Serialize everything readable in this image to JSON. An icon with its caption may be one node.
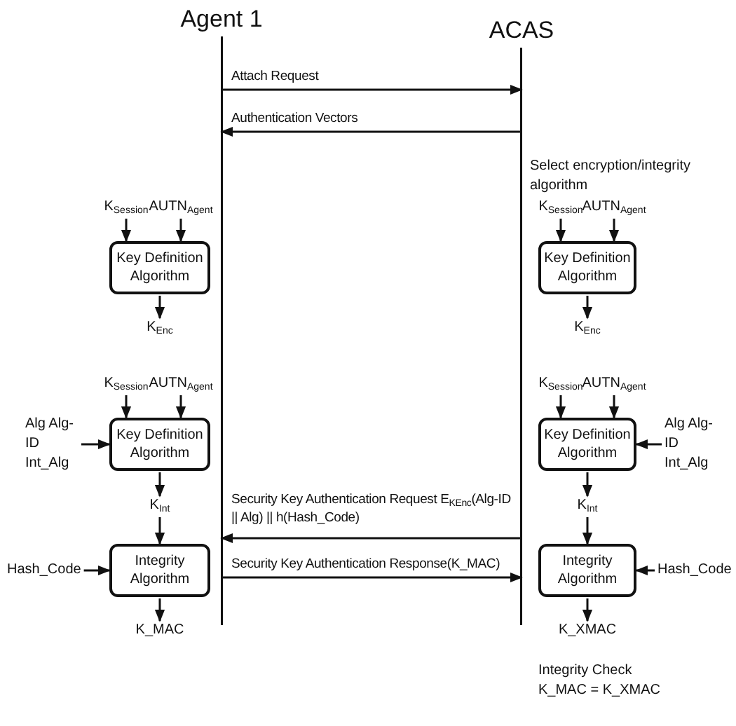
{
  "diagram": {
    "nodes": [
      {
        "text": [
          "Agent 1"
        ]
      },
      {
        "text": [
          "ACAS"
        ]
      },
      {
        "text": [
          "K$_{Session}$"
        ]
      },
      {
        "text": [
          "AUTN$_{Agent}$"
        ]
      },
      {
        "text": [
          "Key Definition Algorithm"
        ]
      },
      {
        "text": [
          "K$_{Enc}$"
        ]
      },
      {
        "text": [
          "K$_{Session}$"
        ]
      },
      {
        "text": [
          "AUTN$_{Agent}$"
        ]
      },
      {
        "text": [
          "Key Definition Algorithm"
        ]
      },
      {
        "text": [
          "K$_{Enc}$"
        ]
      },
      {
        "text": [
          "K$_{Session}$"
        ]
      },
      {
        "text": [
          "AUTN$_{Agent}$"
        ]
      },
      {
        "text": [
          "Alg Alg-ID Int_Alg"
        ]
      },
      {
        "text": [
          "Key Definition Algorithm"
        ]
      },
      {
        "text": [
          "K$_{Int}$"
        ]
      },
      {
        "text": [
          "Hash_Code"
        ]
      },
      {
        "text": [
          "Integrity Algorithm"
        ]
      },
      {
        "text": [
          "K_MAC"
        ]
      },
      {
        "text": [
          "K$_{Session}$"
        ]
      },
      {
        "text": [
          "AUTN$_{Agent}$"
        ]
      },
      {
        "text": [
          "Alg Alg-ID Int_Alg"
        ]
      },
      {
        "text": [
          "Key Definition Algorithm"
        ]
      },
      {
        "text": [
          "K$_{Int}$"
        ]
      },
      {
        "text": [
          "Hash_Code"
        ]
      },
      {
        "text": [
          "Integrity Algorithm"
        ]
      },
      {
        "text": [
          "K_XMAC"
        ]
      }
    ],
    "edges": [
      {
        "from": 0,
        "to": 1,
        "arrow": "to",
        "label": "Attach Request"
      },
      {
        "from": 1,
        "to": 0,
        "arrow": "to",
        "label": "Authentication Vectors"
      },
      {
        "from": 1,
        "to": 0,
        "arrow": "to",
        "label": "Security Key Authentication Request E$_{KEnc}$(Alg-ID || Alg) || h(Hash_Code)"
      },
      {
        "from": 0,
        "to": 1,
        "arrow": "to",
        "label": "Security Key Authentication Response(K_MAC)"
      },
      {
        "from": 2,
        "to": 4,
        "arrow": "to"
      },
      {
        "from": 3,
        "to": 4,
        "arrow": "to"
      },
      {
        "from": 4,
        "to": 5,
        "arrow": "to"
      },
      {
        "from": 6,
        "to": 8,
        "arrow": "to"
      },
      {
        "from": 7,
        "to": 8,
        "arrow": "to"
      },
      {
        "from": 8,
        "to": 9,
        "arrow": "to"
      },
      {
        "from": 10,
        "to": 13,
        "arrow": "to"
      },
      {
        "from": 11,
        "to": 13,
        "arrow": "to"
      },
      {
        "from": 12,
        "to": 13,
        "arrow": "to"
      },
      {
        "from": 13,
        "to": 14,
        "arrow": "to"
      },
      {
        "from": 14,
        "to": 16,
        "arrow": "to"
      },
      {
        "from": 15,
        "to": 16,
        "arrow": "to"
      },
      {
        "from": 16,
        "to": 17,
        "arrow": "to"
      },
      {
        "from": 18,
        "to": 21,
        "arrow": "to"
      },
      {
        "from": 19,
        "to": 21,
        "arrow": "to"
      },
      {
        "from": 20,
        "to": 21,
        "arrow": "to"
      },
      {
        "from": 21,
        "to": 22,
        "arrow": "to"
      },
      {
        "from": 22,
        "to": 24,
        "arrow": "to"
      },
      {
        "from": 23,
        "to": 24,
        "arrow": "to"
      },
      {
        "from": 24,
        "to": 25,
        "arrow": "to"
      }
    ],
    "labels": [
      "Select encryption/integrity algorithm",
      "Integrity Check K_MAC = K_XMAC"
    ]
  }
}
